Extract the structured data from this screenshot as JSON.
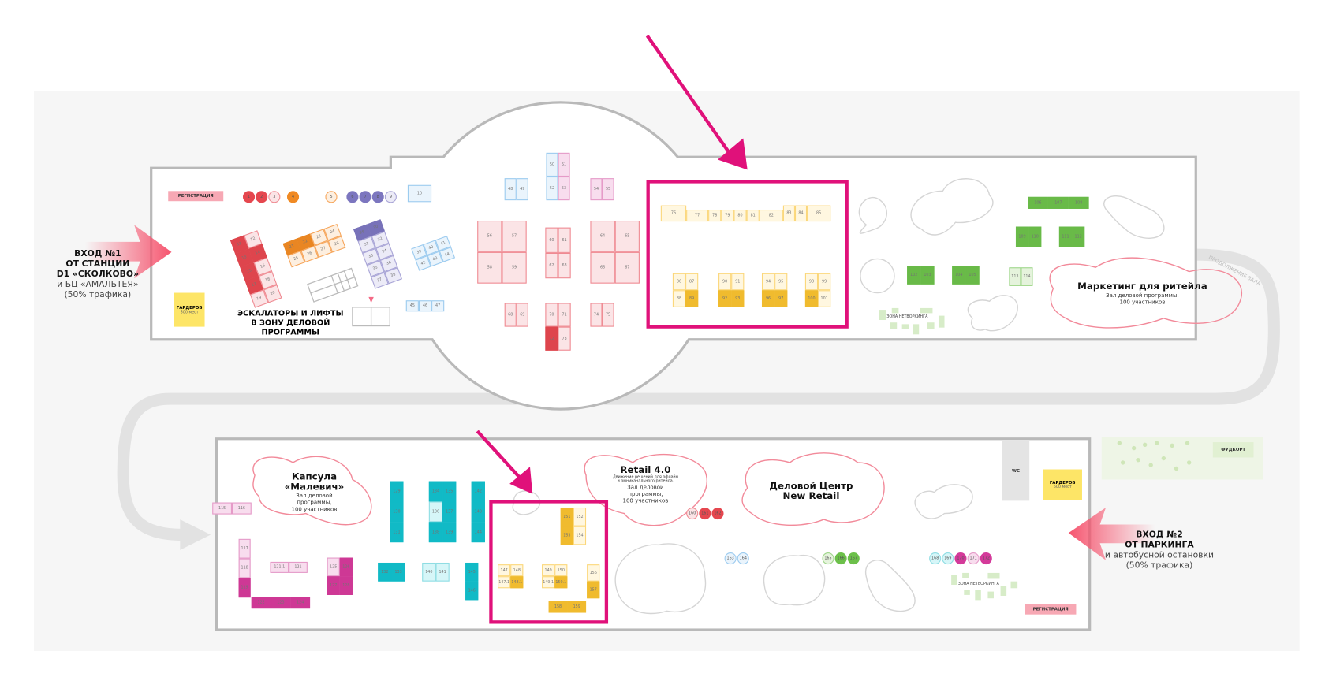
{
  "palettes": {
    "red": {
      "light": "#fbe4e6",
      "border": "#ef8a92",
      "dark": "#e5474f"
    },
    "orange": {
      "light": "#fdefe0",
      "border": "#f6a55a",
      "dark": "#f08a24"
    },
    "purple": {
      "light": "#ecebf7",
      "border": "#a8a4d6",
      "dark": "#7c76bf"
    },
    "blue": {
      "light": "#eaf4fc",
      "border": "#9ccbef",
      "dark": "#7fb6e6"
    },
    "pink": {
      "light": "#f8ddee",
      "border": "#e59ac8",
      "dark": "#d43a9a"
    },
    "yellow": {
      "light": "#fff7e0",
      "border": "#fbd77a",
      "dark": "#f7c12f"
    },
    "green": {
      "light": "#e5f3dc",
      "border": "#9fd68a",
      "dark": "#6cc04a"
    },
    "teal": {
      "light": "#d6f6f8",
      "border": "#8fdde3",
      "dark": "#12c0cc"
    }
  },
  "highlight_color": "#e0117a",
  "entrance1": {
    "title1": "ВХОД №1",
    "title2": "ОТ СТАНЦИИ",
    "title3": "D1 «СКОЛКОВО»",
    "sub1": "и БЦ «АМАЛЬТЕЯ»",
    "sub2": "(50% трафика)"
  },
  "entrance2": {
    "title1": "ВХОД №2",
    "title2": "ОТ ПАРКИНГА",
    "sub1": "и автобусной остановки",
    "sub2": "(50% трафика)"
  },
  "labels": {
    "registration_top": "РЕГИСТРАЦИЯ",
    "registration_bottom": "РЕГИСТРАЦИЯ",
    "wardrobe_top": "ГАРДЕРОБ",
    "wardrobe_top_cap": "500 мест",
    "wardrobe_bottom": "ГАРДЕРОБ",
    "wardrobe_bottom_cap": "600 мест",
    "escalators1": "ЭСКАЛАТОРЫ И ЛИФТЫ",
    "escalators2": "В ЗОНУ ДЕЛОВОЙ ПРОГРАММЫ",
    "networking_top": "ЗОНА НЕТВОРКИНГА",
    "networking_bottom": "ЗОНА НЕТВОРКИНГА",
    "continuation": "ПРОДОЛЖЕНИЕ ЗАЛА",
    "wc": "WC",
    "foodcourt": "ФУДКОРТ"
  },
  "halls": {
    "marketing": {
      "title": "Маркетинг для ритейла",
      "sub1": "Зал деловой программы,",
      "sub2": "100 участников"
    },
    "malevich": {
      "title1": "Капсула",
      "title2": "«Малевич»",
      "sub1": "Зал деловой",
      "sub2": "программы,",
      "sub3": "100 участников"
    },
    "retail": {
      "title": "Retail 4.0",
      "desc1": "Движение решений для офлайн",
      "desc2": "и омниканального ритейла.",
      "sub1": "Зал деловой",
      "sub2": "программы,",
      "sub3": "100 участников"
    },
    "business": {
      "title1": "Деловой Центр",
      "title2": "New Retail"
    }
  },
  "clusters": [
    {
      "id": "t10",
      "palette": "blue",
      "booths": [
        [
          "10",
          "l"
        ]
      ]
    },
    {
      "id": "t11",
      "palette": "red",
      "booths": [
        [
          "11",
          "d"
        ],
        [
          "12",
          "l"
        ],
        [
          "13",
          "d"
        ],
        [
          "14",
          "d"
        ],
        [
          "15",
          "d"
        ],
        [
          "16",
          "l"
        ],
        [
          "17",
          "d"
        ],
        [
          "18",
          "l"
        ],
        [
          "19",
          "l"
        ],
        [
          "20",
          "l"
        ]
      ]
    },
    {
      "id": "t21",
      "palette": "orange",
      "booths": [
        [
          "21",
          "d"
        ],
        [
          "22",
          "d"
        ],
        [
          "23",
          "l"
        ],
        [
          "24",
          "l"
        ],
        [
          "25",
          "l"
        ],
        [
          "26",
          "l"
        ],
        [
          "27",
          "l"
        ],
        [
          "28",
          "l"
        ]
      ]
    },
    {
      "id": "t29",
      "palette": "purple",
      "booths": [
        [
          "29",
          "d"
        ],
        [
          "30",
          "d"
        ],
        [
          "31",
          "l"
        ],
        [
          "32",
          "l"
        ],
        [
          "33",
          "l"
        ],
        [
          "34",
          "l"
        ],
        [
          "35",
          "l"
        ],
        [
          "36",
          "l"
        ],
        [
          "37",
          "l"
        ],
        [
          "38",
          "l"
        ]
      ]
    },
    {
      "id": "t39",
      "palette": "blue",
      "booths": [
        [
          "39",
          "l"
        ],
        [
          "40",
          "l"
        ],
        [
          "41",
          "l"
        ],
        [
          "42",
          "l"
        ],
        [
          "43",
          "l"
        ],
        [
          "44",
          "l"
        ]
      ]
    },
    {
      "id": "t45",
      "palette": "blue",
      "booths": [
        [
          "45",
          "l"
        ],
        [
          "46",
          "l"
        ],
        [
          "47",
          "l"
        ]
      ]
    },
    {
      "id": "t48",
      "palette": "blue",
      "booths": [
        [
          "48",
          "l"
        ],
        [
          "49",
          "l"
        ]
      ]
    },
    {
      "id": "t50",
      "palette": "blue",
      "booths": [
        [
          "50",
          "l"
        ],
        [
          "52",
          "l"
        ]
      ]
    },
    {
      "id": "t51",
      "palette": "pink",
      "booths": [
        [
          "51",
          "l"
        ],
        [
          "53",
          "l"
        ]
      ]
    },
    {
      "id": "t54",
      "palette": "pink",
      "booths": [
        [
          "54",
          "l"
        ],
        [
          "55",
          "l"
        ]
      ]
    },
    {
      "id": "t56",
      "palette": "red",
      "booths": [
        [
          "56",
          "l"
        ],
        [
          "57",
          "l"
        ],
        [
          "58",
          "l"
        ],
        [
          "59",
          "l"
        ]
      ]
    },
    {
      "id": "t60",
      "palette": "red",
      "booths": [
        [
          "60",
          "l"
        ],
        [
          "61",
          "l"
        ],
        [
          "62",
          "l"
        ],
        [
          "63",
          "l"
        ]
      ]
    },
    {
      "id": "t64",
      "palette": "red",
      "booths": [
        [
          "64",
          "l"
        ],
        [
          "65",
          "l"
        ],
        [
          "66",
          "l"
        ],
        [
          "67",
          "l"
        ]
      ]
    },
    {
      "id": "t68",
      "palette": "red",
      "booths": [
        [
          "68",
          "l"
        ],
        [
          "69",
          "l"
        ]
      ]
    },
    {
      "id": "t70",
      "palette": "red",
      "booths": [
        [
          "70",
          "l"
        ],
        [
          "71",
          "l"
        ],
        [
          "72",
          "d"
        ],
        [
          "73",
          "l"
        ]
      ]
    },
    {
      "id": "t74",
      "palette": "red",
      "booths": [
        [
          "74",
          "l"
        ],
        [
          "75",
          "l"
        ]
      ]
    },
    {
      "id": "t76",
      "palette": "yellow",
      "booths": [
        [
          "76",
          "l"
        ],
        [
          "77",
          "l"
        ],
        [
          "78",
          "l"
        ],
        [
          "79",
          "l"
        ],
        [
          "80",
          "l"
        ],
        [
          "81",
          "l"
        ],
        [
          "82",
          "l"
        ],
        [
          "83",
          "l"
        ],
        [
          "84",
          "l"
        ],
        [
          "85",
          "l"
        ]
      ]
    },
    {
      "id": "t86",
      "palette": "yellow",
      "booths": [
        [
          "86",
          "l"
        ],
        [
          "87",
          "l"
        ],
        [
          "88",
          "l"
        ],
        [
          "89",
          "d"
        ]
      ]
    },
    {
      "id": "t90",
      "palette": "yellow",
      "booths": [
        [
          "90",
          "l"
        ],
        [
          "91",
          "l"
        ],
        [
          "92",
          "d"
        ],
        [
          "93",
          "d"
        ]
      ]
    },
    {
      "id": "t94",
      "palette": "yellow",
      "booths": [
        [
          "94",
          "l"
        ],
        [
          "95",
          "l"
        ],
        [
          "96",
          "d"
        ],
        [
          "97",
          "d"
        ]
      ]
    },
    {
      "id": "t98",
      "palette": "yellow",
      "booths": [
        [
          "98",
          "l"
        ],
        [
          "99",
          "l"
        ],
        [
          "100",
          "d"
        ],
        [
          "101",
          "l"
        ]
      ]
    },
    {
      "id": "t102",
      "palette": "green",
      "booths": [
        [
          "102",
          "d"
        ],
        [
          "103",
          "d"
        ]
      ]
    },
    {
      "id": "t104",
      "palette": "green",
      "booths": [
        [
          "104",
          "d"
        ],
        [
          "105",
          "d"
        ]
      ]
    },
    {
      "id": "t106",
      "palette": "green",
      "booths": [
        [
          "106",
          "d"
        ],
        [
          "107",
          "d"
        ],
        [
          "108",
          "d"
        ]
      ]
    },
    {
      "id": "t109",
      "palette": "green",
      "booths": [
        [
          "109",
          "d"
        ],
        [
          "110",
          "d"
        ]
      ]
    },
    {
      "id": "t111",
      "palette": "green",
      "booths": [
        [
          "111",
          "d"
        ],
        [
          "112",
          "d"
        ]
      ]
    },
    {
      "id": "t113",
      "palette": "green",
      "booths": [
        [
          "113",
          "l"
        ],
        [
          "114",
          "l"
        ]
      ]
    },
    {
      "id": "b115",
      "palette": "pink",
      "booths": [
        [
          "115",
          "l"
        ],
        [
          "116",
          "l"
        ]
      ]
    },
    {
      "id": "b117",
      "palette": "pink",
      "booths": [
        [
          "117",
          "l"
        ],
        [
          "118",
          "l"
        ],
        [
          "119",
          "d"
        ]
      ]
    },
    {
      "id": "b122",
      "palette": "pink",
      "booths": [
        [
          "122",
          "d"
        ],
        [
          "123",
          "d"
        ],
        [
          "124",
          "d"
        ]
      ]
    },
    {
      "id": "b121",
      "palette": "pink",
      "booths": [
        [
          "121.1",
          "l"
        ],
        [
          "121",
          "l"
        ]
      ]
    },
    {
      "id": "b125",
      "palette": "pink",
      "booths": [
        [
          "125",
          "l"
        ],
        [
          "126",
          "d"
        ],
        [
          "127",
          "d"
        ],
        [
          "128",
          "d"
        ]
      ]
    },
    {
      "id": "b129",
      "palette": "teal",
      "booths": [
        [
          "129",
          "d"
        ],
        [
          "130",
          "d"
        ],
        [
          "131",
          "d"
        ]
      ]
    },
    {
      "id": "b134",
      "palette": "teal",
      "booths": [
        [
          "134",
          "d"
        ],
        [
          "135",
          "d"
        ],
        [
          "136",
          "l"
        ],
        [
          "137",
          "d"
        ],
        [
          "138",
          "d"
        ],
        [
          "139",
          "d"
        ]
      ]
    },
    {
      "id": "b142",
      "palette": "teal",
      "booths": [
        [
          "142",
          "d"
        ],
        [
          "143",
          "d"
        ],
        [
          "144",
          "d"
        ]
      ]
    },
    {
      "id": "b132",
      "palette": "teal",
      "booths": [
        [
          "132",
          "d"
        ],
        [
          "133",
          "d"
        ]
      ]
    },
    {
      "id": "b140",
      "palette": "teal",
      "booths": [
        [
          "140",
          "l"
        ],
        [
          "141",
          "l"
        ]
      ]
    },
    {
      "id": "b145",
      "palette": "teal",
      "booths": [
        [
          "145",
          "d"
        ],
        [
          "146",
          "d"
        ]
      ]
    },
    {
      "id": "b151",
      "palette": "yellow",
      "booths": [
        [
          "151",
          "d"
        ],
        [
          "152",
          "l"
        ],
        [
          "153",
          "d"
        ],
        [
          "154",
          "l"
        ]
      ]
    },
    {
      "id": "b147",
      "palette": "yellow",
      "booths": [
        [
          "147",
          "l"
        ],
        [
          "148",
          "l"
        ],
        [
          "147.1",
          "l"
        ],
        [
          "148.1",
          "d"
        ]
      ]
    },
    {
      "id": "b149",
      "palette": "yellow",
      "booths": [
        [
          "149",
          "l"
        ],
        [
          "150",
          "l"
        ],
        [
          "149.1",
          "l"
        ],
        [
          "150.1",
          "d"
        ]
      ]
    },
    {
      "id": "b156",
      "palette": "yellow",
      "booths": [
        [
          "156",
          "l"
        ],
        [
          "157",
          "d"
        ]
      ]
    },
    {
      "id": "b158",
      "palette": "yellow",
      "booths": [
        [
          "158",
          "d"
        ],
        [
          "159",
          "d"
        ]
      ]
    }
  ],
  "circles": [
    {
      "id": "g1",
      "items": [
        [
          "1",
          "red",
          "d"
        ],
        [
          "2",
          "red",
          "d"
        ],
        [
          "3",
          "red",
          "l"
        ]
      ]
    },
    {
      "id": "g4",
      "items": [
        [
          "4",
          "orange",
          "d"
        ]
      ]
    },
    {
      "id": "g5",
      "items": [
        [
          "5",
          "orange",
          "l"
        ]
      ]
    },
    {
      "id": "g6",
      "items": [
        [
          "6",
          "purple",
          "d"
        ],
        [
          "7",
          "purple",
          "d"
        ],
        [
          "8",
          "purple",
          "d"
        ],
        [
          "9",
          "purple",
          "l"
        ]
      ]
    },
    {
      "id": "g160",
      "items": [
        [
          "160",
          "red",
          "l"
        ],
        [
          "161",
          "red",
          "d"
        ],
        [
          "162",
          "red",
          "d"
        ]
      ]
    },
    {
      "id": "g163",
      "items": [
        [
          "163",
          "blue",
          "l"
        ],
        [
          "164",
          "blue",
          "l"
        ]
      ]
    },
    {
      "id": "g165",
      "items": [
        [
          "165",
          "green",
          "l"
        ],
        [
          "166",
          "green",
          "d"
        ],
        [
          "167",
          "green",
          "d"
        ]
      ]
    },
    {
      "id": "g168",
      "items": [
        [
          "168",
          "teal",
          "l"
        ],
        [
          "169",
          "teal",
          "l"
        ],
        [
          "170",
          "pink",
          "d"
        ],
        [
          "171",
          "pink",
          "l"
        ],
        [
          "172",
          "pink",
          "d"
        ]
      ]
    }
  ]
}
